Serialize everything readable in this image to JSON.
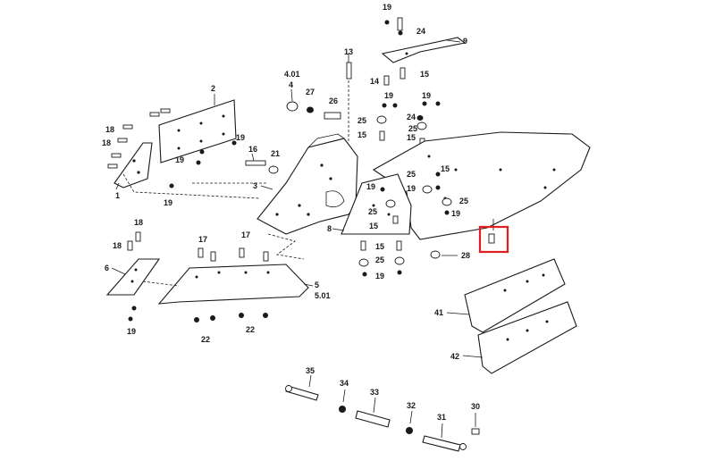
{
  "labels": {
    "p1": "1",
    "p2": "2",
    "p3": "3",
    "p4": "4",
    "p4_01": "4.01",
    "p5": "5",
    "p5_01": "5.01",
    "p6": "6",
    "p8": "8",
    "p9": "9",
    "p13": "13",
    "p14": "14",
    "p15": "15",
    "p16": "16",
    "p17": "17",
    "p18": "18",
    "p19": "19",
    "p21": "21",
    "p22": "22",
    "p24": "24",
    "p25": "25",
    "p26": "26",
    "p27": "27",
    "p28": "28",
    "p30": "30",
    "p31": "31",
    "p32": "32",
    "p33": "33",
    "p34": "34",
    "p35": "35",
    "p41": "41",
    "p42": "42"
  },
  "highlight": {
    "color": "#e02020"
  }
}
